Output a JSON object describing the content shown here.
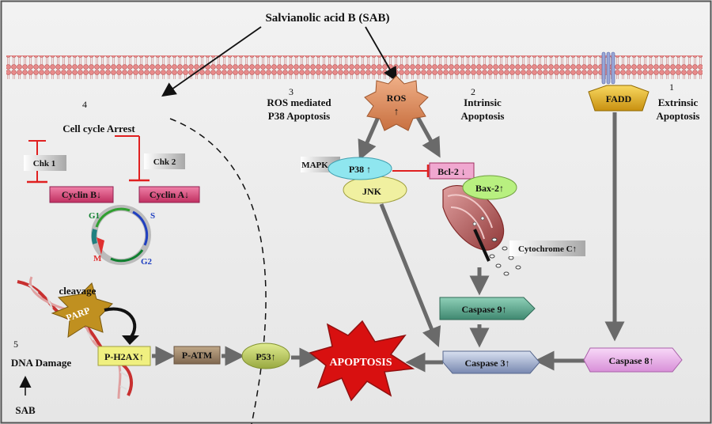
{
  "title": "Salvianolic acid B (SAB)",
  "pathways": {
    "p1": {
      "num": "1",
      "line1": "Extrinsic",
      "line2": "Apoptosis"
    },
    "p2": {
      "num": "2",
      "line1": "Intrinsic",
      "line2": "Apoptosis"
    },
    "p3": {
      "num": "3",
      "line1": "ROS mediated",
      "line2": "P38 Apoptosis"
    },
    "p4": {
      "num": "4",
      "label": "Cell cycle Arrest"
    },
    "p5": {
      "num": "5",
      "label": "DNA Damage"
    }
  },
  "nodes": {
    "ros": "ROS",
    "ros_arrow": "↑",
    "fadd": "FADD",
    "mapk": "MAPK",
    "p38": "P38 ↑",
    "jnk": "JNK",
    "bcl2": "Bcl-2 ↓",
    "bax2": "Bax-2↑",
    "cytochrome": "Cytochrome C↑",
    "caspase9": "Caspase 9↑",
    "caspase3": "Caspase 3↑",
    "caspase8": "Caspase 8↑",
    "apoptosis": "APOPTOSIS",
    "p53": "P53↑",
    "patm": "P-ATM",
    "ph2ax": "P-H2AX↑",
    "parp": "PARP",
    "cleavage": "cleavage",
    "chk1": "Chk 1",
    "chk2": "Chk 2",
    "cyclinb": "Cyclin B↓",
    "cyclina": "Cyclin A↓",
    "g1": "G1",
    "s": "S",
    "g2": "G2",
    "m": "M",
    "sab_bottom": "SAB"
  },
  "colors": {
    "membrane": "#d97a7a",
    "ros": "#e2996a",
    "fadd": "#e8b820",
    "p38": "#8fe6ef",
    "jnk": "#f0f0a0",
    "bcl2": "#f0a8d0",
    "bax2": "#b8f080",
    "caspase9": "#5fa890",
    "caspase3": "#a8b8d8",
    "caspase8": "#f0b0f0",
    "apoptosis": "#d81010",
    "p53": "#c8d870",
    "patm": "#a08870",
    "ph2ax": "#f0f080",
    "parp": "#c09020",
    "cyclin": "#e05888",
    "inhibit": "#e02020",
    "arrow": "#707070"
  }
}
